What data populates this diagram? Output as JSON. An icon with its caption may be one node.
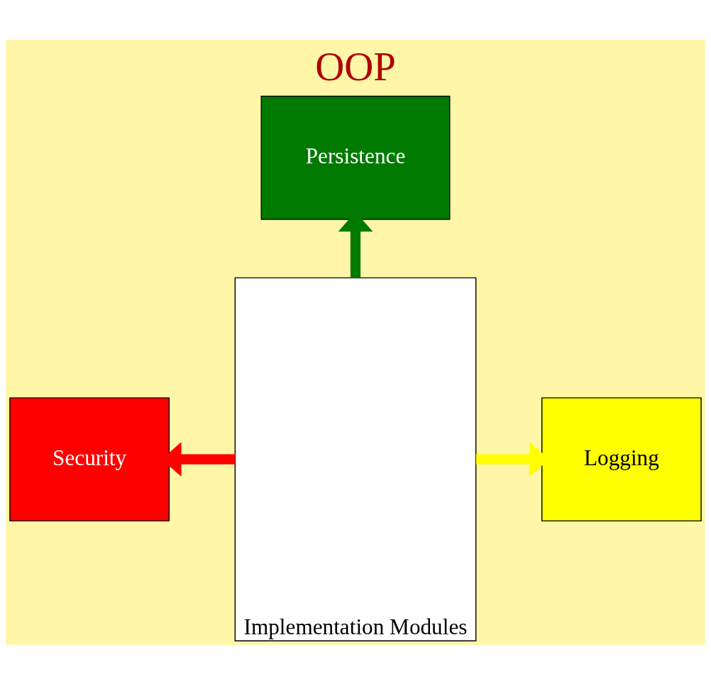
{
  "diagram": {
    "title": "OOP",
    "nodes": [
      {
        "text": [
          "Persistence"
        ]
      },
      {
        "text": [
          "Security"
        ]
      },
      {
        "text": [
          "Implementation Modules"
        ]
      },
      {
        "text": [
          "Logging"
        ]
      }
    ],
    "edges": [
      {
        "from": 2,
        "to": 0,
        "arrow": "to",
        "color": "#007a00"
      },
      {
        "from": 2,
        "to": 1,
        "arrow": "to",
        "color": "#ff0000"
      },
      {
        "from": 2,
        "to": 3,
        "arrow": "to",
        "color": "#ffff00"
      }
    ]
  }
}
